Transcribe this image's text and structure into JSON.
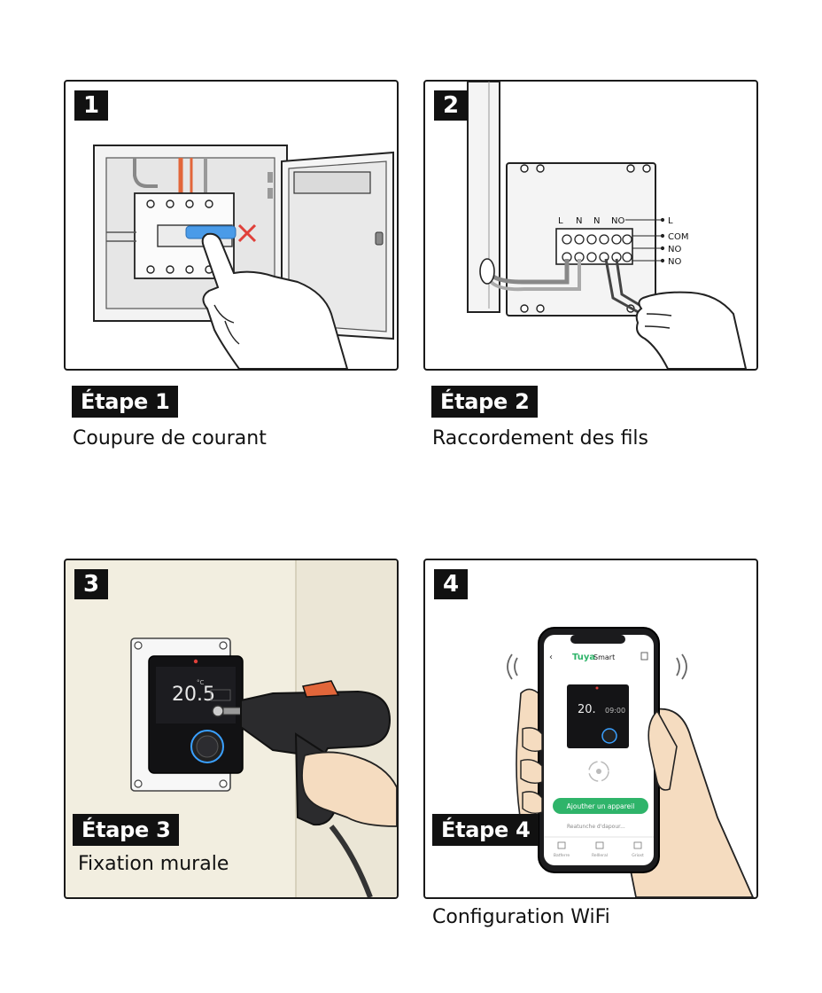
{
  "steps": [
    {
      "number": "1",
      "label": "Étape 1",
      "description": "Coupure de courant"
    },
    {
      "number": "2",
      "label": "Étape 2",
      "description": "Raccordement des fils"
    },
    {
      "number": "3",
      "label": "Étape 3",
      "description": "Fixation murale"
    },
    {
      "number": "4",
      "label": "Étape 4",
      "description": "Configuration WiFi"
    }
  ],
  "wiring": {
    "terminal_top_labels": [
      "L",
      "N",
      "N",
      "NO"
    ],
    "terminal_side_labels": [
      "L",
      "COM",
      "NO",
      "NO"
    ]
  },
  "thermostat": {
    "display_temp": "20.5",
    "display_small": "°C"
  },
  "app": {
    "brand": "Tuya",
    "brand_suffix": " Smart",
    "thermo_temp": "20.",
    "thermo_time": "09:00",
    "add_button": "Ajouther un appareil",
    "searching_text": "Reatunche d'dapour...",
    "nav_items": [
      "Batferre",
      "Rellleral",
      "Griost"
    ]
  },
  "colors": {
    "accent_green": "#2fb46a",
    "breaker_blue": "#4a9be8",
    "wire_orange": "#e2663a",
    "x_red": "#e0403a",
    "wall_beige": "#f2eee0",
    "skin": "#f5dcc0"
  }
}
